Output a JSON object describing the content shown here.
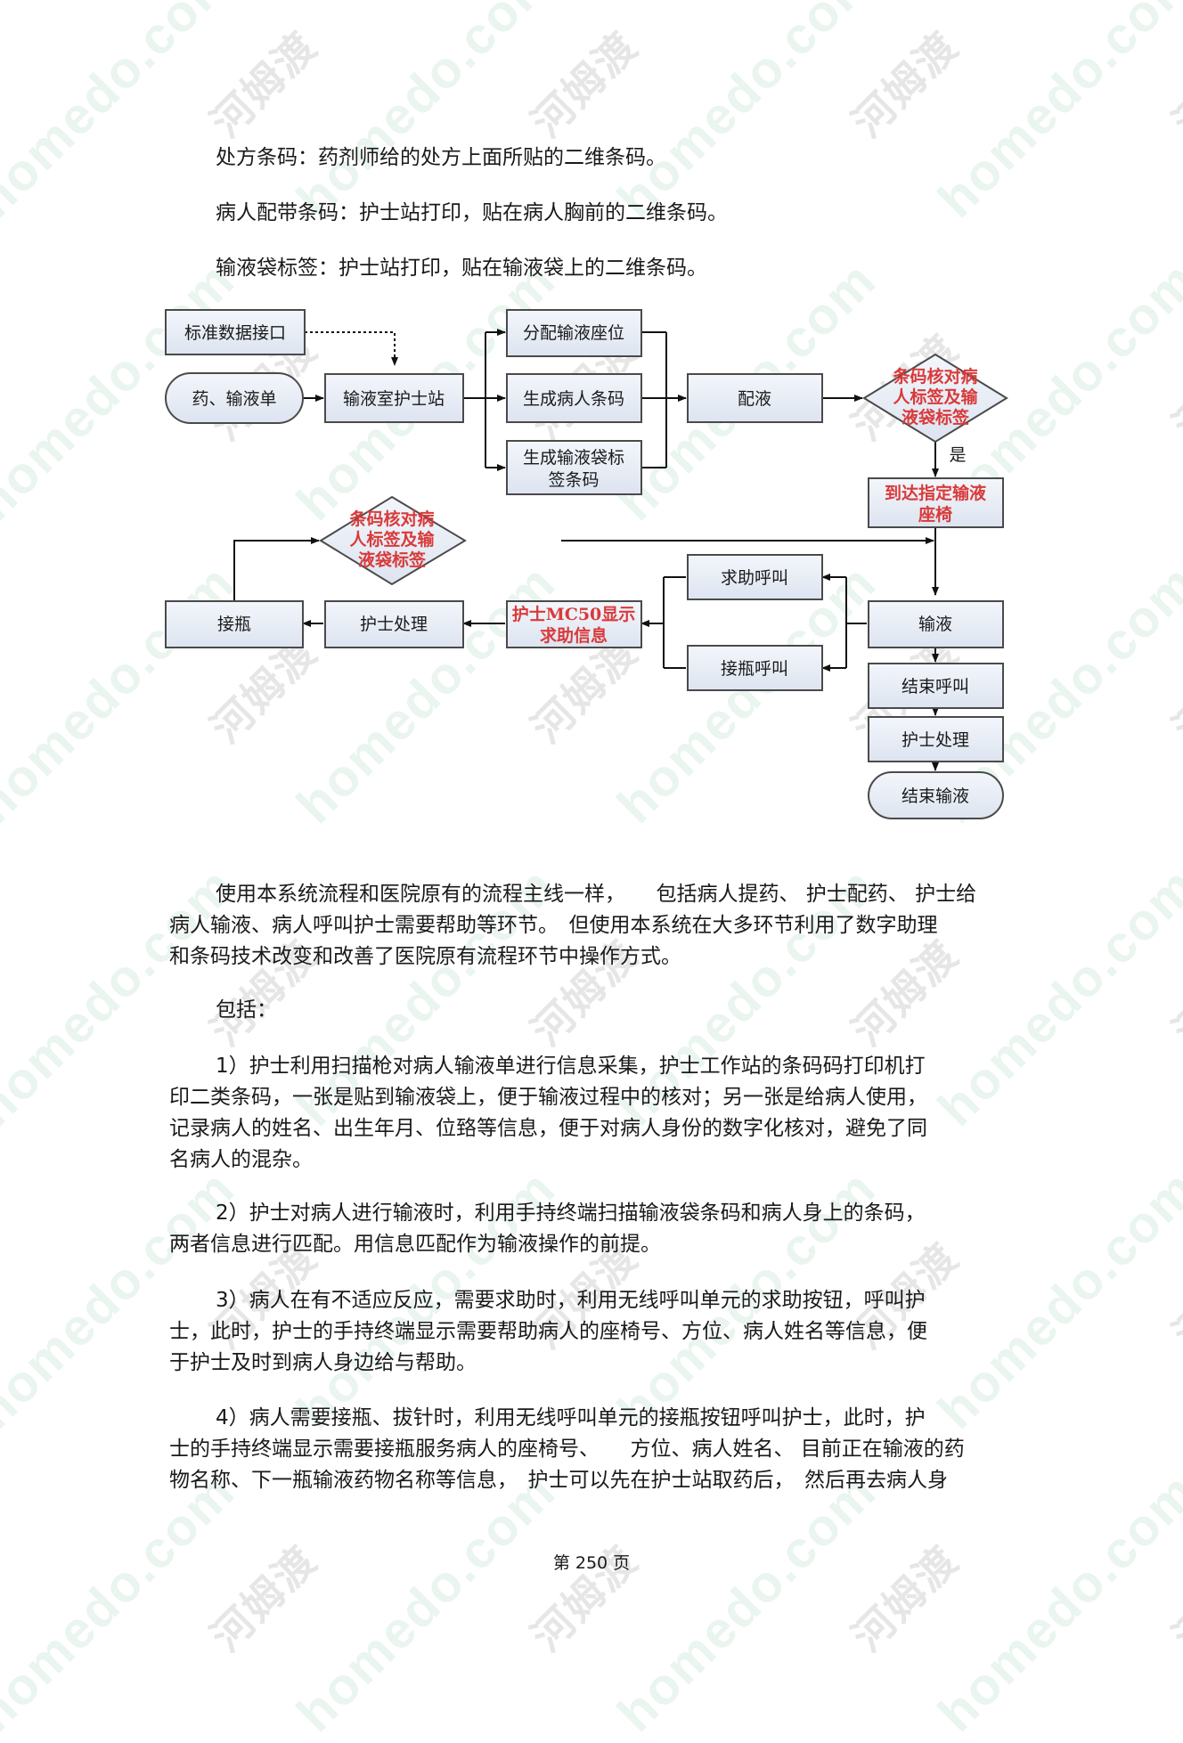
{
  "watermark": {
    "site": "homedo.com",
    "brand": "河姆渡"
  },
  "definitions": [
    "处方条码：药剂师给的处方上面所贴的二维条码。",
    "病人配带条码：护士站打印，贴在病人胸前的二维条码。",
    "输液袋标签：护士站打印，贴在输液袋上的二维条码。"
  ],
  "flowchart": {
    "nodes": {
      "std_interface": "标准数据接口",
      "rx_start": "药、输液单",
      "nurse_station": "输液室护士站",
      "assign_seat": "分配输液座位",
      "patient_code": "生成病人条码",
      "bag_code_l1": "生成输液袋标",
      "bag_code_l2": "签条码",
      "dispense": "配液",
      "check1_l1": "条码核对病",
      "check1_l2": "人标签及输",
      "check1_l3": "液袋标签",
      "yes_label": "是",
      "arrive_l1": "到达指定输液",
      "arrive_l2": "座椅",
      "check2_l1": "条码核对病",
      "check2_l2": "人标签及输",
      "check2_l3": "液袋标签",
      "help_call": "求助呼叫",
      "change_call": "接瓶呼叫",
      "mc50_l1": "护士MC50显示",
      "mc50_l2": "求助信息",
      "nurse_handle_left": "护士处理",
      "change_bottle": "接瓶",
      "infusion": "输液",
      "end_call": "结束呼叫",
      "nurse_handle": "护士处理",
      "end": "结束输液"
    }
  },
  "body": {
    "intro": [
      "使用本系统流程和医院原有的流程主线一样，　　包括病人提药、 护士配药、 护士给",
      "病人输液、病人呼叫护士需要帮助等环节。　但使用本系统在大多环节利用了数字助理",
      "和条码技术改变和改善了医院原有流程环节中操作方式。"
    ],
    "includes": "包括：",
    "item1": [
      "1）护士利用扫描枪对病人输液单进行信息采集，护士工作站的条码码打印机打",
      "印二类条码，一张是贴到输液袋上，便于输液过程中的核对；另一张是给病人使用，",
      "记录病人的姓名、出生年月、位臵等信息，便于对病人身份的数字化核对，避免了同",
      "名病人的混杂。"
    ],
    "item2": [
      "2）护士对病人进行输液时，利用手持终端扫描输液袋条码和病人身上的条码，",
      "两者信息进行匹配。用信息匹配作为输液操作的前提。"
    ],
    "item3": [
      "3）病人在有不适应反应，需要求助时，利用无线呼叫单元的求助按钮，呼叫护",
      "士，此时，护士的手持终端显示需要帮助病人的座椅号、方位、病人姓名等信息，便",
      "于护士及时到病人身边给与帮助。"
    ],
    "item4": [
      "4）病人需要接瓶、拔针时，利用无线呼叫单元的接瓶按钮呼叫护士，此时，护",
      "士的手持终端显示需要接瓶服务病人的座椅号、　　方位、病人姓名、 目前正在输液的药",
      "物名称、下一瓶输液药物名称等信息，　护士可以先在护士站取药后，　然后再去病人身"
    ]
  },
  "footer": {
    "page_label": "第 250 页"
  },
  "colors": {
    "box_fill": "#e8edf6",
    "box_stroke": "#4a4a4a",
    "red_text": "#d93a3a"
  }
}
